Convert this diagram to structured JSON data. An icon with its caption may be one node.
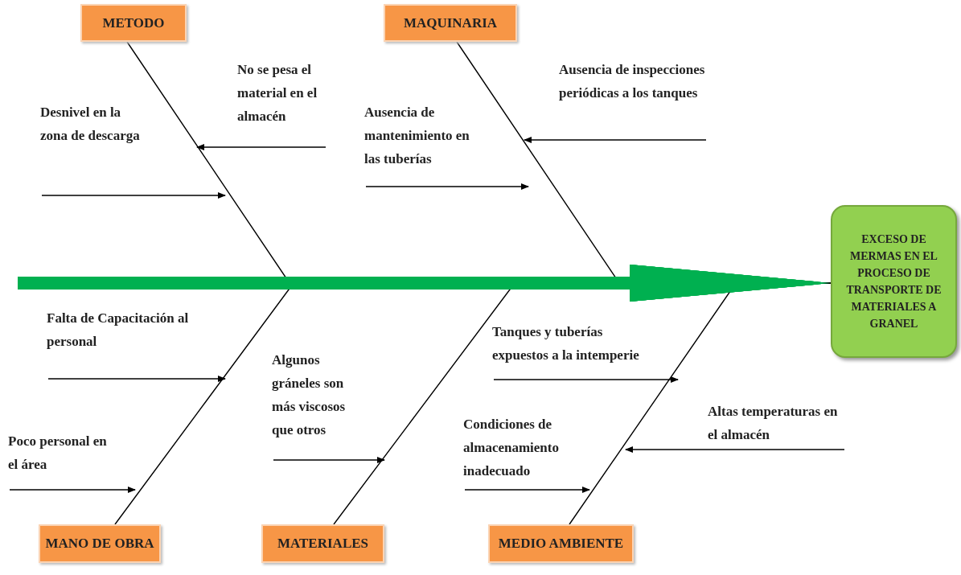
{
  "diagram": {
    "nodes": [
      {
        "text": [
          "METODO"
        ]
      },
      {
        "text": [
          "MAQUINARIA"
        ]
      },
      {
        "text": [
          "No se pesa el material en el almacén"
        ]
      },
      {
        "text": [
          "Ausencia de inspecciones periódicas a los tanques"
        ]
      },
      {
        "text": [
          "Desnivel en la zona de descarga"
        ]
      },
      {
        "text": [
          "Ausencia de mantenimiento en las tuberías"
        ]
      },
      {
        "text": [
          "EXCESO DE MERMAS EN EL PROCESO DE TRANSPORTE DE MATERIALES A GRANEL"
        ]
      },
      {
        "text": [
          "Falta de Capacitación al personal"
        ]
      },
      {
        "text": [
          "Tanques y tuberías expuestos a la intemperie"
        ]
      },
      {
        "text": [
          "Algunos gráneles son más viscosos que otros"
        ]
      },
      {
        "text": [
          "Altas temperaturas en el almacén"
        ]
      },
      {
        "text": [
          "Poco personal en el área"
        ]
      },
      {
        "text": [
          "Condiciones de almacenamiento inadecuado"
        ]
      },
      {
        "text": [
          "MANO DE OBRA"
        ]
      },
      {
        "text": [
          "MATERIALES"
        ]
      },
      {
        "text": [
          "MEDIO AMBIENTE"
        ]
      }
    ],
    "edges": [
      {
        "from": 0,
        "to": 6,
        "arrow": "to"
      },
      {
        "from": 1,
        "to": 6,
        "arrow": "to"
      },
      {
        "from": 13,
        "to": 6,
        "arrow": "to"
      },
      {
        "from": 14,
        "to": 6,
        "arrow": "to"
      },
      {
        "from": 15,
        "to": 6,
        "arrow": "to"
      },
      {
        "from": 2,
        "to": null,
        "arrow": "to"
      },
      {
        "from": 3,
        "to": null,
        "arrow": "to"
      },
      {
        "from": 4,
        "to": null,
        "arrow": "to"
      },
      {
        "from": 5,
        "to": null,
        "arrow": "to"
      },
      {
        "from": 7,
        "to": null,
        "arrow": "to"
      },
      {
        "from": 8,
        "to": null,
        "arrow": "to"
      },
      {
        "from": 9,
        "to": null,
        "arrow": "to"
      },
      {
        "from": 10,
        "to": null,
        "arrow": "to"
      },
      {
        "from": 11,
        "to": null,
        "arrow": "to"
      },
      {
        "from": 12,
        "to": null,
        "arrow": "to"
      }
    ]
  }
}
